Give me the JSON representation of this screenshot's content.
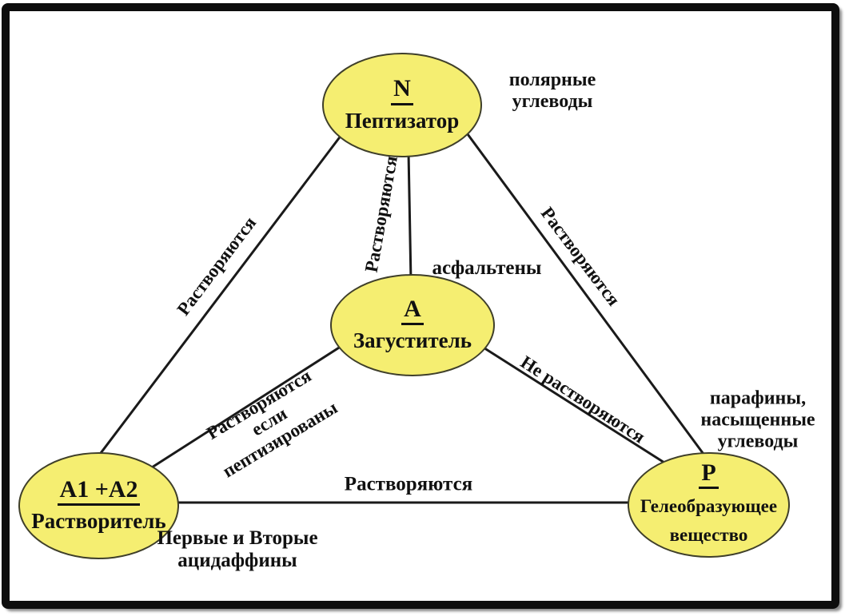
{
  "diagram": {
    "title_hint": "oil dispersive system components triangle",
    "colors": {
      "node_fill": "#F5EE71",
      "node_stroke": "#3F3F2A",
      "edge_line": "#1A1A1A",
      "frame": "#0D0D0D",
      "background": "#FFFFFF"
    },
    "nodes": {
      "peptizer": {
        "symbol": "N",
        "label": "Пептизатор"
      },
      "thickener": {
        "symbol": "A",
        "label": "Загуститель"
      },
      "solvent": {
        "symbol": "A1 +A2",
        "label": "Растворитель"
      },
      "gelator": {
        "symbol": "P",
        "label": "Гелеобразующее\nвещество"
      }
    },
    "edges": {
      "peptizer_solvent": {
        "label": "Растворяются"
      },
      "peptizer_thickener": {
        "label": "Растворяются"
      },
      "peptizer_gelator": {
        "label": "Растворяются"
      },
      "solvent_thickener": {
        "label": "Растворяются\nесли\nпептизированы"
      },
      "thickener_gelator": {
        "label": "Не растворяются"
      },
      "solvent_gelator": {
        "label": "Растворяются"
      }
    },
    "annotations": {
      "peptizer_note": "полярные\nуглеводы",
      "thickener_note": "асфальтены",
      "gelator_note": "парафины,\nнасыщенные\nуглеводы",
      "solvent_note": "Первые и Вторые\nацидаффины"
    }
  }
}
